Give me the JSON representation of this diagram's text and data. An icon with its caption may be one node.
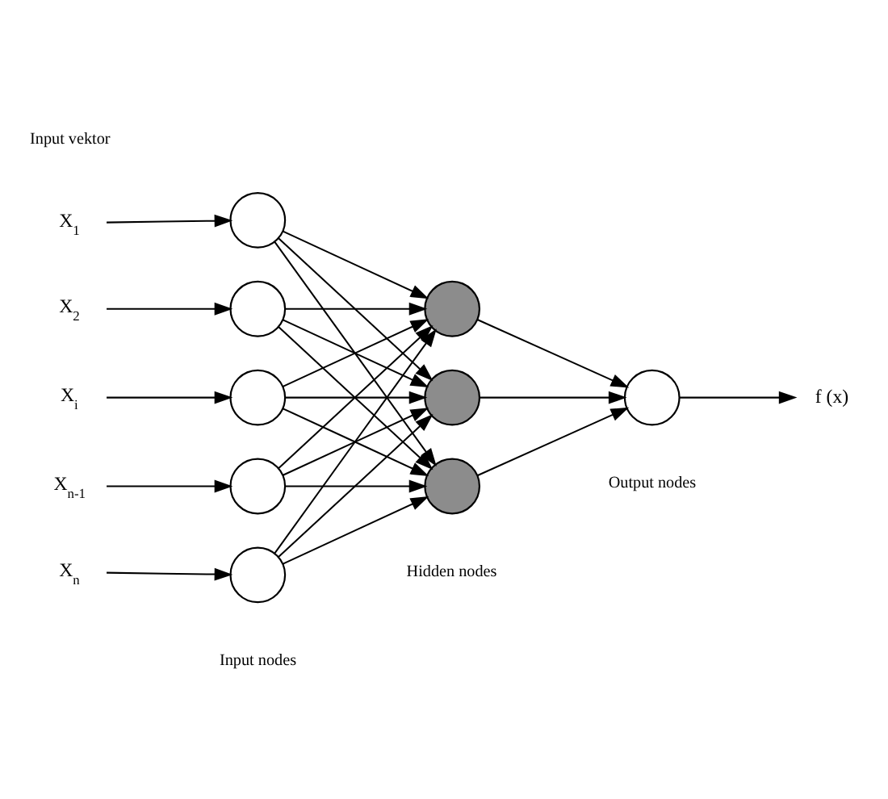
{
  "diagram": {
    "nodes": [
      {
        "text": [
          "X$_{1}$"
        ]
      },
      {
        "text": [
          "X$_{2}$"
        ]
      },
      {
        "text": [
          "X$_{i}$"
        ]
      },
      {
        "text": [
          "X$_{n-1}$"
        ]
      },
      {
        "text": [
          "X$_{n}$"
        ]
      },
      {
        "text": [],
        "shape": "circle"
      },
      {
        "text": [],
        "shape": "circle"
      },
      {
        "text": [],
        "shape": "circle"
      },
      {
        "text": [],
        "shape": "circle"
      },
      {
        "text": [],
        "shape": "circle"
      },
      {
        "text": [],
        "shape": "circle"
      },
      {
        "text": [],
        "shape": "circle"
      },
      {
        "text": [],
        "shape": "circle"
      },
      {
        "text": [],
        "shape": "circle"
      },
      {
        "text": [
          "f (x)"
        ]
      }
    ],
    "edges": [
      {
        "from": 0,
        "to": 5,
        "arrow": "to"
      },
      {
        "from": 1,
        "to": 6,
        "arrow": "to"
      },
      {
        "from": 2,
        "to": 7,
        "arrow": "to"
      },
      {
        "from": 3,
        "to": 8,
        "arrow": "to"
      },
      {
        "from": 4,
        "to": 9,
        "arrow": "to"
      },
      {
        "from": 5,
        "to": 10,
        "arrow": "to"
      },
      {
        "from": 5,
        "to": 11,
        "arrow": "to"
      },
      {
        "from": 5,
        "to": 12,
        "arrow": "to"
      },
      {
        "from": 6,
        "to": 10,
        "arrow": "to"
      },
      {
        "from": 6,
        "to": 11,
        "arrow": "to"
      },
      {
        "from": 6,
        "to": 12,
        "arrow": "to"
      },
      {
        "from": 7,
        "to": 10,
        "arrow": "to"
      },
      {
        "from": 7,
        "to": 11,
        "arrow": "to"
      },
      {
        "from": 7,
        "to": 12,
        "arrow": "to"
      },
      {
        "from": 8,
        "to": 10,
        "arrow": "to"
      },
      {
        "from": 8,
        "to": 11,
        "arrow": "to"
      },
      {
        "from": 8,
        "to": 12,
        "arrow": "to"
      },
      {
        "from": 9,
        "to": 10,
        "arrow": "to"
      },
      {
        "from": 9,
        "to": 11,
        "arrow": "to"
      },
      {
        "from": 9,
        "to": 12,
        "arrow": "to"
      },
      {
        "from": 10,
        "to": 13,
        "arrow": "to"
      },
      {
        "from": 11,
        "to": 13,
        "arrow": "to"
      },
      {
        "from": 12,
        "to": 13,
        "arrow": "to"
      },
      {
        "from": 13,
        "to": 14,
        "arrow": "to"
      }
    ],
    "labels": [
      "Input vektor",
      "Output nodes",
      "Hidden nodes",
      "Input nodes"
    ]
  }
}
